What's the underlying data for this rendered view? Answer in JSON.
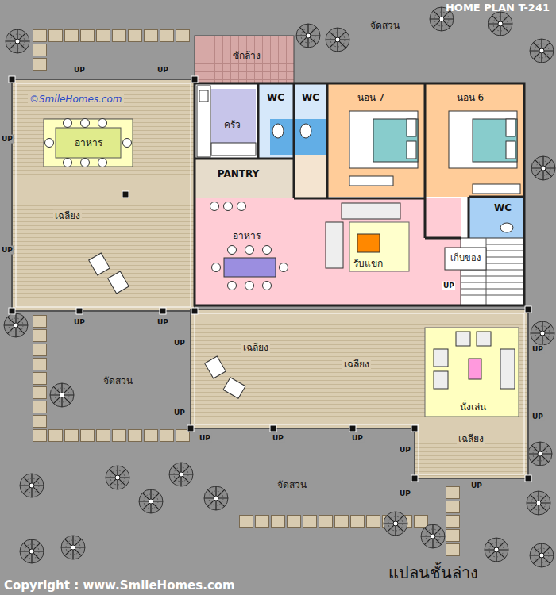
{
  "diagram": {
    "title": "HOME PLAN T-241",
    "caption": "แปลนชั้นล่าง",
    "nodes": [
      {
        "text": [
          "ซักล้าง"
        ]
      },
      {
        "text": [
          "เฉลียง"
        ]
      },
      {
        "text": [
          "อาหาร"
        ],
        "in": 1
      },
      {
        "text": [
          "ครัว"
        ]
      },
      {
        "text": [
          "WC"
        ]
      },
      {
        "text": [
          "WC"
        ]
      },
      {
        "text": [
          "นอน 7"
        ]
      },
      {
        "text": [
          "นอน 6"
        ]
      },
      {
        "text": [
          "PANTRY"
        ]
      },
      {
        "text": [
          "WC"
        ]
      },
      {
        "text": [
          "เก็บของ"
        ]
      },
      {
        "text": [
          "อาหาร",
          "รับแขก"
        ]
      },
      {
        "text": [
          "เฉลียง",
          "เฉลียง"
        ]
      },
      {
        "text": [
          "นั่งเล่น"
        ],
        "in": 12
      },
      {
        "text": [
          "เฉลียง"
        ]
      }
    ],
    "labels": [
      "จัดสวน",
      "UP",
      "UP",
      "©SmileHomes.com",
      "UP",
      "UP",
      "UP",
      "UP",
      "UP",
      "UP",
      "UP",
      "จัดสวน",
      "UP",
      "UP",
      "UP",
      "UP",
      "UP",
      "UP",
      "UP",
      "จัดสวน",
      "UP",
      "Copyright : www.SmileHomes.com"
    ]
  }
}
